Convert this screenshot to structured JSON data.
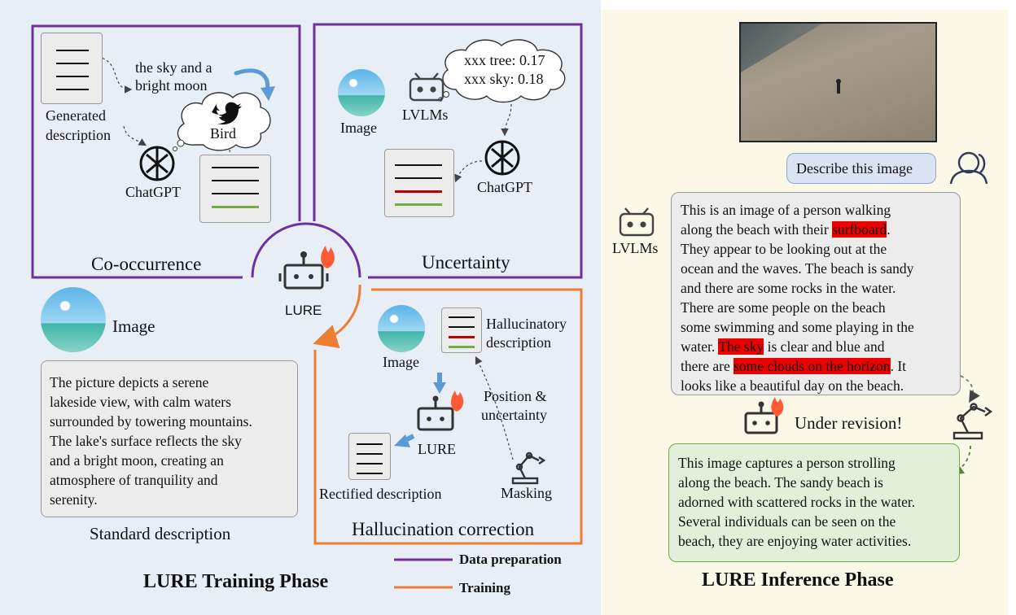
{
  "training": {
    "cooccurrence": {
      "title": "Co-occurrence",
      "generated_label_1": "Generated",
      "generated_label_2": "description",
      "phrase_1": "the sky and a",
      "phrase_2": "bright moon",
      "bubble_word": "Bird",
      "chatgpt": "ChatGPT"
    },
    "uncertainty": {
      "title": "Uncertainty",
      "image_label": "Image",
      "lvlm_label": "LVLMs",
      "score_1": "xxx tree: 0.17",
      "score_2": "xxx sky: 0.18",
      "chatgpt": "ChatGPT"
    },
    "lure_label": "LURE",
    "standard": {
      "image_label": "Image",
      "text_lines": [
        "The picture depicts a serene",
        "lakeside view, with calm waters",
        "surrounded by towering mountains.",
        "The lake's surface reflects the sky",
        "and a bright moon, creating an",
        "atmosphere of tranquility and",
        "serenity."
      ],
      "caption": "Standard description"
    },
    "correction": {
      "title": "Hallucination correction",
      "image_label": "Image",
      "hall_1": "Hallucinatory",
      "hall_2": "description",
      "pos_1": "Position &",
      "pos_2": "uncertainty",
      "lure_label": "LURE",
      "masking": "Masking",
      "rectified": "Rectified description"
    },
    "legend": {
      "data_prep": "Data preparation",
      "training": "Training"
    },
    "phase_title": "LURE Training Phase"
  },
  "inference": {
    "prompt": "Describe this image",
    "lvlm_label": "LVLMs",
    "response_segments": [
      {
        "text": "This is an image of a person walking",
        "hl": false
      },
      {
        "text": "along the beach with their ",
        "hl": false
      },
      {
        "text": "surfboard",
        "hl": true
      },
      {
        "text": ".",
        "hl": false
      },
      {
        "text": "They appear to be looking out at the",
        "hl": false
      },
      {
        "text": "ocean and the waves. The beach is sandy",
        "hl": false
      },
      {
        "text": "and there are some rocks in the water.",
        "hl": false
      },
      {
        "text": "There are some people on the beach",
        "hl": false
      },
      {
        "text": "some swimming and some playing in the",
        "hl": false
      },
      {
        "text": "water. ",
        "hl": false
      },
      {
        "text": "The sky",
        "hl": true
      },
      {
        "text": " is clear and blue and",
        "hl": false
      },
      {
        "text": "there are ",
        "hl": false
      },
      {
        "text": "some clouds on the horizon",
        "hl": true
      },
      {
        "text": ". It",
        "hl": false
      },
      {
        "text": "looks like a beautiful day on the beach.",
        "hl": false
      }
    ],
    "revision_label": "Under revision!",
    "revised_lines": [
      "This image captures a person strolling",
      "along the beach. The sandy beach is",
      "adorned with scattered rocks in the water.",
      "Several individuals can be seen on the",
      "beach, they are enjoying water activities."
    ],
    "phase_title": "LURE Inference Phase"
  },
  "colors": {
    "purple": "#7030a0",
    "orange": "#ed7d31",
    "blue_bubble": "#dae3f3",
    "green_box": "#e2f0d9",
    "highlight": "#ee0000"
  }
}
